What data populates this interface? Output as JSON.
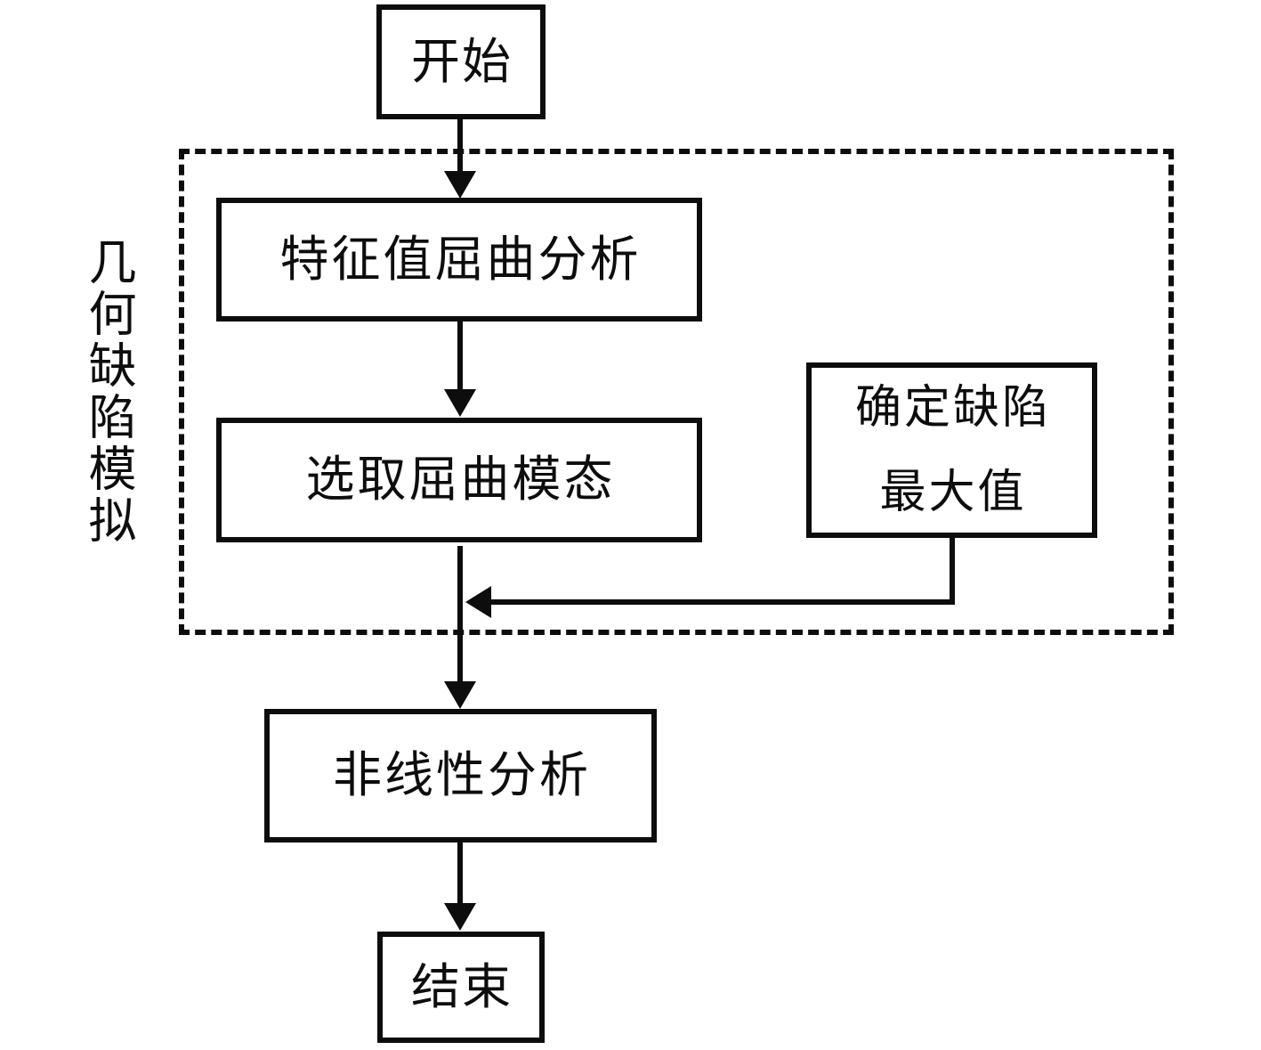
{
  "flowchart": {
    "nodes": {
      "start": {
        "label": "开始"
      },
      "eigenvalue_buckling": {
        "label": "特征值屈曲分析"
      },
      "select_buckling_mode": {
        "label": "选取屈曲模态"
      },
      "determine_defect_max": {
        "line1": "确定缺陷",
        "line2": "最大值"
      },
      "nonlinear_analysis": {
        "label": "非线性分析"
      },
      "end": {
        "label": "结束"
      }
    },
    "group": {
      "label": "几何缺陷模拟"
    },
    "colors": {
      "line": "#0d0d0d",
      "background": "#ffffff"
    }
  }
}
